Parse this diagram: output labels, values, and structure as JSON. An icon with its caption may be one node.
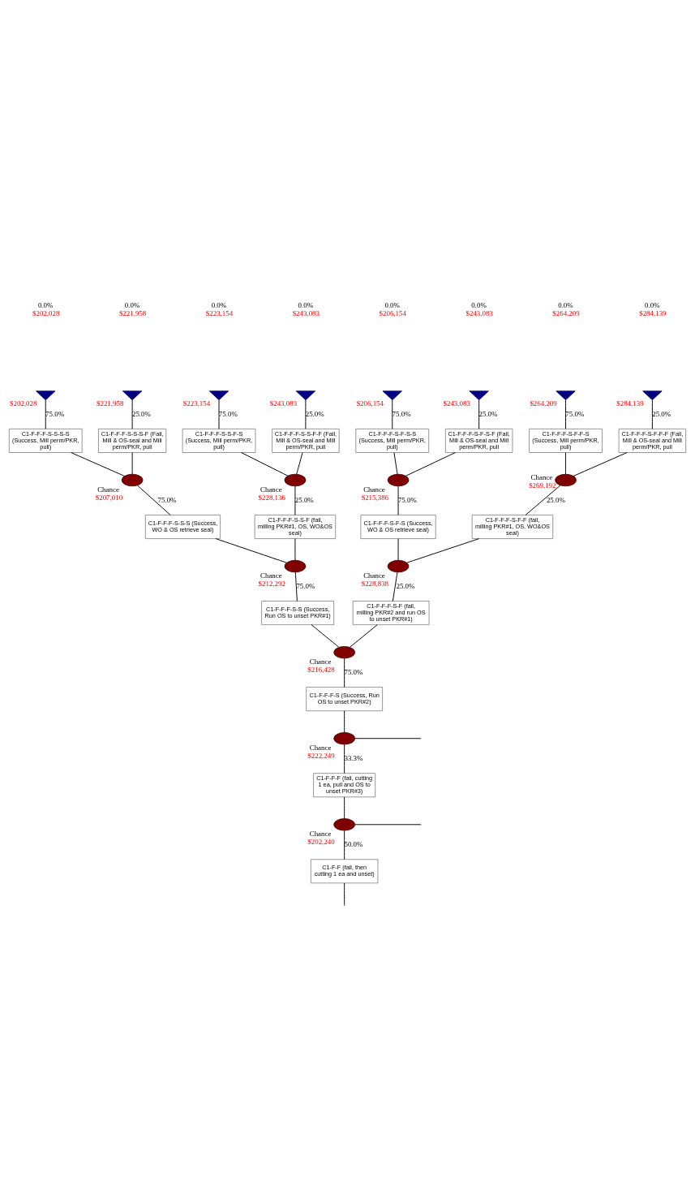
{
  "diagram": {
    "nodes": [
      {
        "text": [
          "C1-F-F (fail, then cutting 1 ea and unset)"
        ]
      },
      {
        "text": [],
        "shape": "circle",
        "beside": [
          "Chance",
          "$202,240"
        ]
      },
      {
        "text": [
          "C1-F-F-F (fail, cutting 1 ea, pull and OS to unset PKR#3)"
        ]
      },
      {
        "text": [],
        "shape": "circle",
        "beside": [
          "Chance",
          "$222,249"
        ]
      },
      {
        "text": [
          "C1-F-F-F-S (Success, Run OS to unset PKR#2)"
        ]
      },
      {
        "text": [],
        "shape": "circle",
        "beside": [
          "Chance",
          "$216,428"
        ]
      },
      {
        "text": [
          "C1-F-F-F-S-S (Success, Run OS to unset PKR#1)"
        ]
      },
      {
        "text": [],
        "shape": "circle",
        "beside": [
          "Chance",
          "$212,292"
        ]
      },
      {
        "text": [
          "C1-F-F-F-S-S-S (Success, WO & OS retrieve seal)"
        ]
      },
      {
        "text": [],
        "shape": "circle",
        "beside": [
          "Chance",
          "$207,010"
        ]
      },
      {
        "text": [
          "C1-F-F-F-S-S-S-S (Success, Mill perm/PKR, pull)"
        ]
      },
      {
        "text": [],
        "shape": "triangle",
        "beside": [
          "$202,028"
        ]
      },
      {
        "text": [
          "C1-F-F-F-S-S-S-F (Fail, Mill & OS-seal and Mill perm/PKR, pull"
        ]
      },
      {
        "text": [],
        "shape": "triangle",
        "beside": [
          "$221,958"
        ]
      },
      {
        "text": [
          "C1-F-F-F-S-S-F (fail, milling PKR#1, OS, WO&OS seal)"
        ]
      },
      {
        "text": [],
        "shape": "circle",
        "beside": [
          "Chance",
          "$228,136"
        ]
      },
      {
        "text": [
          "C1-F-F-F-S-S-F-S (Success, Mill perm/PKR, pull)"
        ]
      },
      {
        "text": [],
        "shape": "triangle",
        "beside": [
          "$223,154"
        ]
      },
      {
        "text": [
          "C1-F-F-F-S-S-F-F (Fail, Mill & OS-seal and Mill perm/PKR, pull"
        ]
      },
      {
        "text": [],
        "shape": "triangle",
        "beside": [
          "$243,083"
        ]
      },
      {
        "text": [
          "C1-F-F-F-S-F (fail, milling PKR#2 and run OS to unset PKR#1)"
        ]
      },
      {
        "text": [],
        "shape": "circle",
        "beside": [
          "Chance",
          "$228,838"
        ]
      },
      {
        "text": [
          "C1-F-F-F-S-F-S (Success, WO & OS retrieve seal)"
        ]
      },
      {
        "text": [],
        "shape": "circle",
        "beside": [
          "Chance",
          "$215,386"
        ]
      },
      {
        "text": [
          "C1-F-F-F-S-F-S-S (Success, Mill perm/PKR, pull)"
        ]
      },
      {
        "text": [],
        "shape": "triangle",
        "beside": [
          "$206,154"
        ]
      },
      {
        "text": [
          "C1-F-F-F-S-F-S-F (Fail, Mill & OS-seal and Mill perm/PKR, pull"
        ]
      },
      {
        "text": [],
        "shape": "triangle",
        "beside": [
          "$243,083"
        ]
      },
      {
        "text": [
          "C1-F-F-F-S-F-F (fail, milling PKR#1, OS, WO&OS seal)"
        ]
      },
      {
        "text": [],
        "shape": "circle",
        "beside": [
          "Chance",
          "$269,192"
        ]
      },
      {
        "text": [
          "C1-F-F-F-S-F-F-S (Success, Mill perm/PKR, pull)"
        ]
      },
      {
        "text": [],
        "shape": "triangle",
        "beside": [
          "$264,209"
        ]
      },
      {
        "text": [
          "C1-F-F-F-S-F-F-F (Fail, Mill & OS-seal and Mill perm/PKR, pull"
        ]
      },
      {
        "text": [],
        "shape": "triangle",
        "beside": [
          "$284,139"
        ]
      }
    ],
    "edges": [
      {
        "from": null,
        "to": 0,
        "arrow": "none"
      },
      {
        "from": 0,
        "to": 1,
        "arrow": "none",
        "label": "50.0%"
      },
      {
        "from": 1,
        "to": null,
        "arrow": "none"
      },
      {
        "from": 1,
        "to": 2,
        "arrow": "none"
      },
      {
        "from": 2,
        "to": 3,
        "arrow": "none",
        "label": "33.3%"
      },
      {
        "from": 3,
        "to": null,
        "arrow": "none"
      },
      {
        "from": 3,
        "to": 4,
        "arrow": "none"
      },
      {
        "from": 4,
        "to": 5,
        "arrow": "none",
        "label": "75.0%"
      },
      {
        "from": 5,
        "to": 6,
        "arrow": "none"
      },
      {
        "from": 5,
        "to": 20,
        "arrow": "none"
      },
      {
        "from": 6,
        "to": 7,
        "arrow": "none",
        "label": "75.0%"
      },
      {
        "from": 20,
        "to": 21,
        "arrow": "none",
        "label": "25.0%"
      },
      {
        "from": 7,
        "to": 8,
        "arrow": "none"
      },
      {
        "from": 7,
        "to": 14,
        "arrow": "none"
      },
      {
        "from": 8,
        "to": 9,
        "arrow": "none",
        "label": "75.0%"
      },
      {
        "from": 14,
        "to": 15,
        "arrow": "none",
        "label": "25.0%"
      },
      {
        "from": 9,
        "to": 10,
        "arrow": "none"
      },
      {
        "from": 9,
        "to": 12,
        "arrow": "none"
      },
      {
        "from": 10,
        "to": 11,
        "arrow": "none",
        "label": "75.0%"
      },
      {
        "from": 12,
        "to": 13,
        "arrow": "none",
        "label": "25.0%"
      },
      {
        "from": 15,
        "to": 16,
        "arrow": "none"
      },
      {
        "from": 15,
        "to": 18,
        "arrow": "none"
      },
      {
        "from": 16,
        "to": 17,
        "arrow": "none",
        "label": "75.0%"
      },
      {
        "from": 18,
        "to": 19,
        "arrow": "none",
        "label": "25.0%"
      },
      {
        "from": 21,
        "to": 22,
        "arrow": "none"
      },
      {
        "from": 21,
        "to": 28,
        "arrow": "none"
      },
      {
        "from": 22,
        "to": 23,
        "arrow": "none",
        "label": "75.0%"
      },
      {
        "from": 28,
        "to": 29,
        "arrow": "none",
        "label": "25.0%"
      },
      {
        "from": 23,
        "to": 24,
        "arrow": "none"
      },
      {
        "from": 23,
        "to": 26,
        "arrow": "none"
      },
      {
        "from": 24,
        "to": 25,
        "arrow": "none",
        "label": "75.0%"
      },
      {
        "from": 26,
        "to": 27,
        "arrow": "none",
        "label": "25.0%"
      },
      {
        "from": 29,
        "to": 30,
        "arrow": "none"
      },
      {
        "from": 29,
        "to": 32,
        "arrow": "none"
      },
      {
        "from": 30,
        "to": 31,
        "arrow": "none",
        "label": "75.0%"
      },
      {
        "from": 32,
        "to": 33,
        "arrow": "none",
        "label": "25.0%"
      }
    ],
    "labels": [
      "0.0%",
      "$202,028",
      "0.0%",
      "$221,958",
      "0.0%",
      "$223,154",
      "0.0%",
      "$243,083",
      "0.0%",
      "$206,154",
      "0.0%",
      "$243,083",
      "0.0%",
      "$264,209",
      "0.0%",
      "$284,139"
    ]
  }
}
